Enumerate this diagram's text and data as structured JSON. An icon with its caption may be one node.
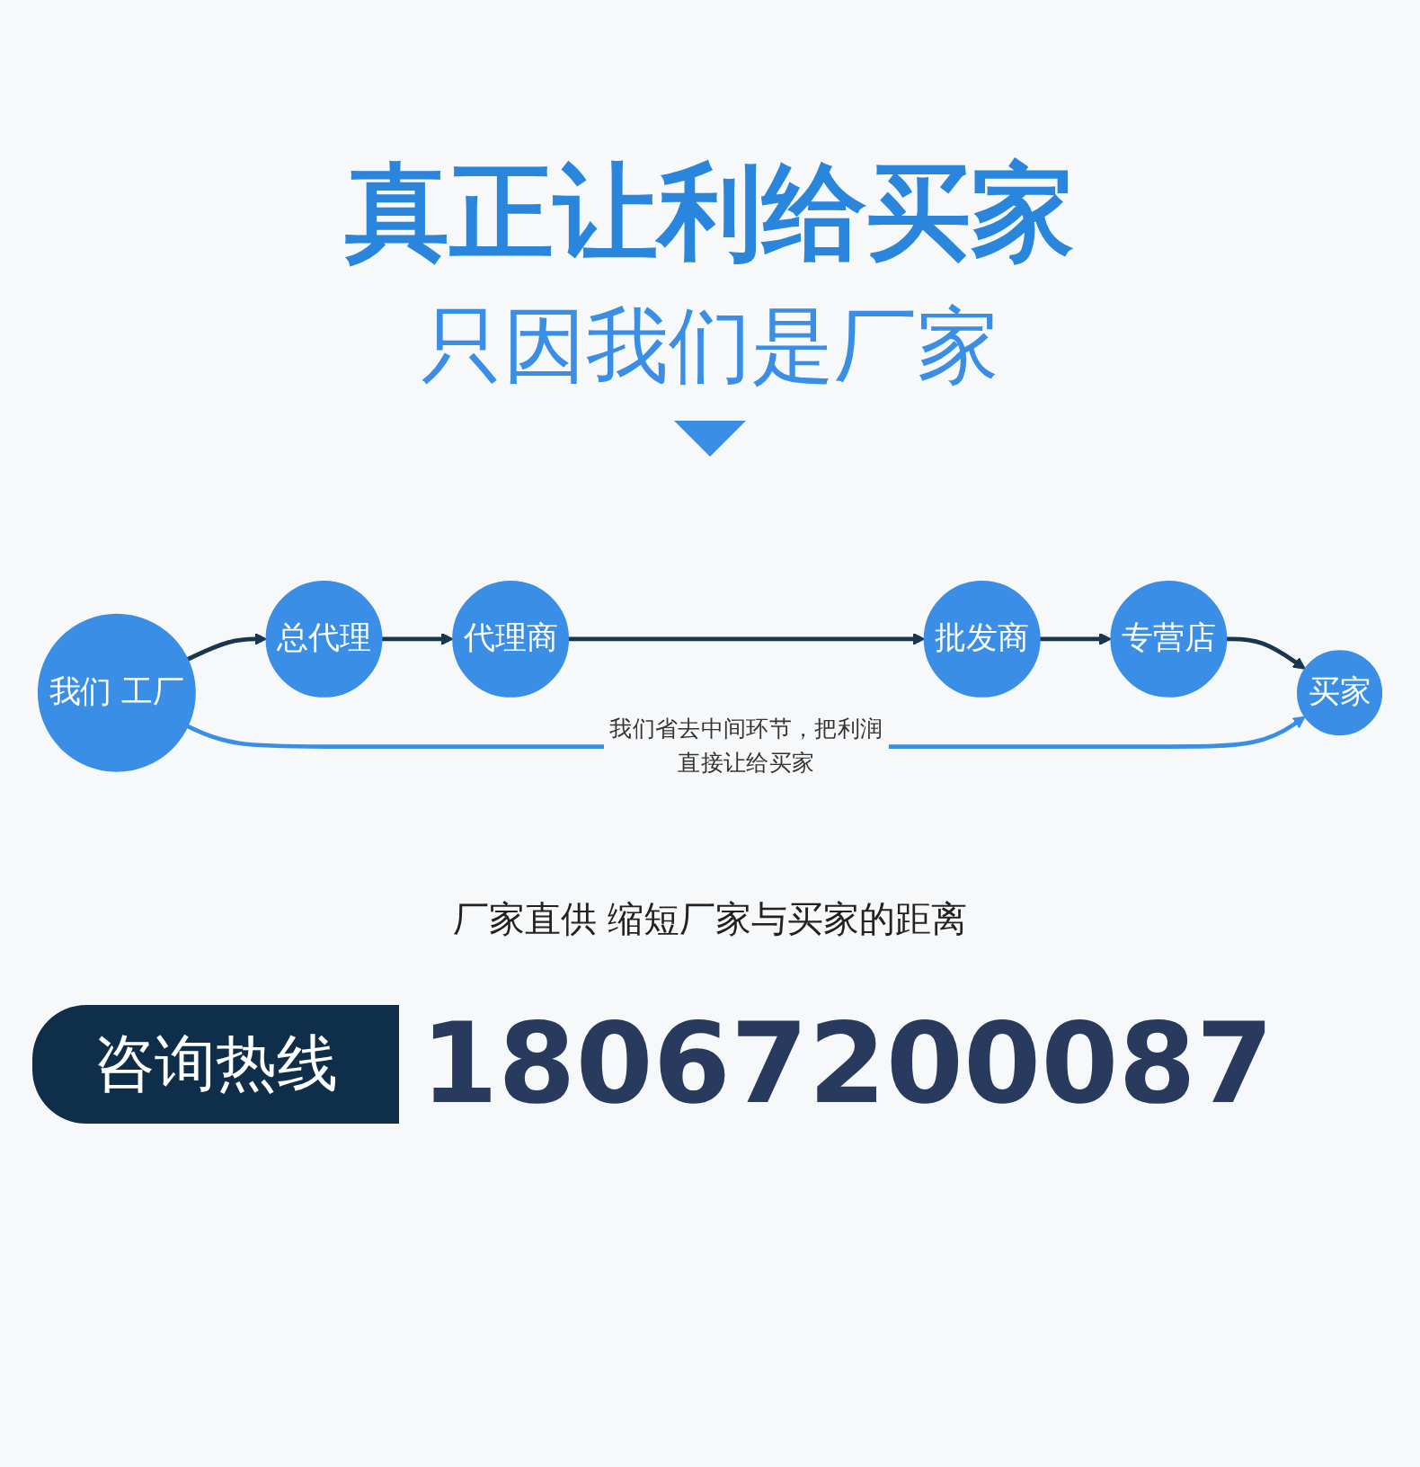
{
  "diagram": {
    "title": "真正让利给买家",
    "nodes": [
      {
        "text": [
          "总代理"
        ]
      },
      {
        "text": [
          "代理商"
        ]
      },
      {
        "text": [
          "批发商"
        ]
      },
      {
        "text": [
          "专营店"
        ]
      },
      {
        "text": [
          "我们 工厂"
        ]
      },
      {
        "text": [
          "买家"
        ]
      }
    ],
    "edges": [
      {
        "from": 0,
        "to": 1,
        "arrow": "to"
      },
      {
        "from": 1,
        "to": 2,
        "arrow": "to"
      },
      {
        "from": 2,
        "to": 3,
        "arrow": "to"
      },
      {
        "from": 3,
        "to": 5,
        "arrow": "to"
      },
      {
        "from": 4,
        "to": 0,
        "arrow": "to"
      },
      {
        "from": 4,
        "to": 5,
        "arrow": "to",
        "label": "我们省去中间环节，把利润直接让给买家",
        "color": "#3a8ee6"
      }
    ],
    "labels": [
      "只因我们是厂家",
      "厂家直供 缩短厂家与买家的距离",
      "咨询热线",
      "18067200087"
    ]
  }
}
